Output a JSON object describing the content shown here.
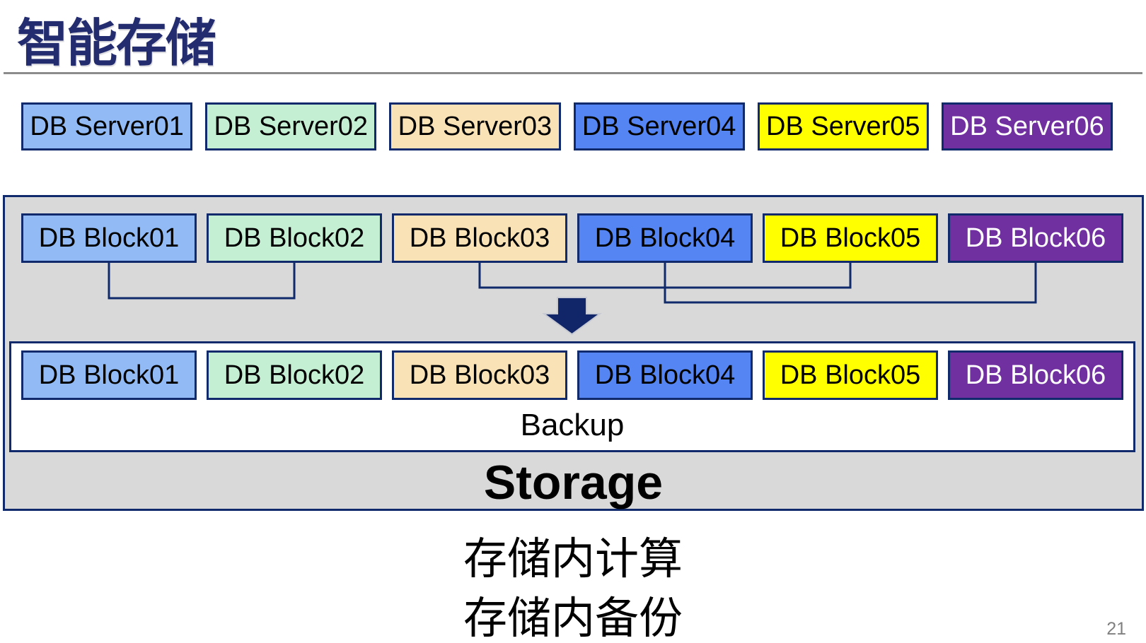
{
  "slide": {
    "title": "智能存储",
    "page_number": "21",
    "caption_line1": "存储内计算",
    "caption_line2": "存储内备份"
  },
  "colors": {
    "navy": "#102A6B",
    "titleNavy": "#232C6F",
    "arrowNavy": "#112669",
    "grayFill": "#D9D9D9",
    "divider": "#8C8C8C",
    "pageGray": "#808080"
  },
  "servers": [
    {
      "label": "DB Server01",
      "fill": "#92BBF6",
      "text": "#000000"
    },
    {
      "label": "DB Server02",
      "fill": "#C4EFD3",
      "text": "#000000"
    },
    {
      "label": "DB Server03",
      "fill": "#FAE2B7",
      "text": "#000000"
    },
    {
      "label": "DB Server04",
      "fill": "#5585F2",
      "text": "#000000"
    },
    {
      "label": "DB Server05",
      "fill": "#FFFF00",
      "text": "#000000"
    },
    {
      "label": "DB Server06",
      "fill": "#7030A0",
      "text": "#FFFFFF"
    }
  ],
  "storage": {
    "label": "Storage",
    "backup_label": "Backup",
    "top_blocks": [
      {
        "label": "DB Block01",
        "fill": "#92BBF6",
        "text": "#000000"
      },
      {
        "label": "DB Block02",
        "fill": "#C4EFD3",
        "text": "#000000"
      },
      {
        "label": "DB Block03",
        "fill": "#FAE2B7",
        "text": "#000000"
      },
      {
        "label": "DB Block04",
        "fill": "#5585F2",
        "text": "#000000"
      },
      {
        "label": "DB Block05",
        "fill": "#FFFF00",
        "text": "#000000"
      },
      {
        "label": "DB Block06",
        "fill": "#7030A0",
        "text": "#FFFFFF"
      }
    ],
    "bottom_blocks": [
      {
        "label": "DB Block01",
        "fill": "#92BBF6",
        "text": "#000000"
      },
      {
        "label": "DB Block02",
        "fill": "#C4EFD3",
        "text": "#000000"
      },
      {
        "label": "DB Block03",
        "fill": "#FAE2B7",
        "text": "#000000"
      },
      {
        "label": "DB Block04",
        "fill": "#5585F2",
        "text": "#000000"
      },
      {
        "label": "DB Block05",
        "fill": "#FFFF00",
        "text": "#000000"
      },
      {
        "label": "DB Block06",
        "fill": "#7030A0",
        "text": "#FFFFFF"
      }
    ]
  }
}
